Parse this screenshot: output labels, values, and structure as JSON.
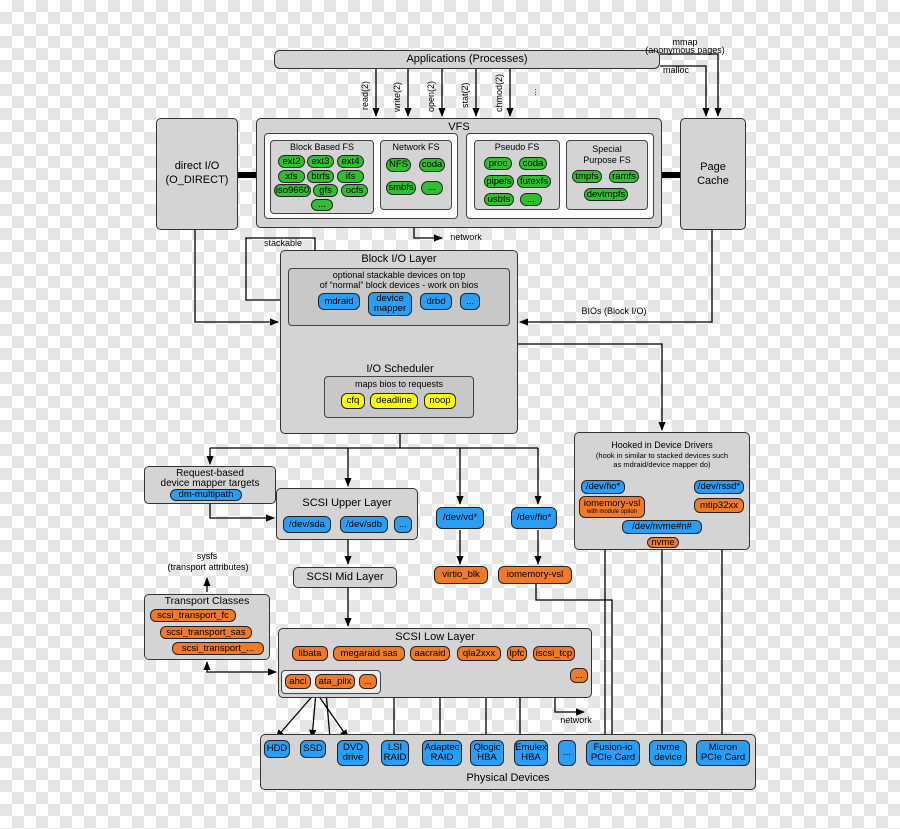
{
  "applications": "Applications (Processes)",
  "mmap": "mmap",
  "anon_pages": "(anonymous pages)",
  "malloc": "malloc",
  "syscalls": [
    "read(2)",
    "write(2)",
    "open(2)",
    "stat(2)",
    "chmod(2)",
    "..."
  ],
  "vfs": {
    "title": "VFS",
    "block_fs": {
      "title": "Block Based FS",
      "items": [
        "ext2",
        "ext3",
        "ext4",
        "xfs",
        "btrfs",
        "ifs",
        "iso9660",
        "gfs",
        "ocfs",
        "..."
      ]
    },
    "network_fs": {
      "title": "Network FS",
      "items": [
        "NFS",
        "coda",
        "smbfs",
        "..."
      ]
    },
    "pseudo_fs": {
      "title": "Pseudo FS",
      "items": [
        "proc",
        "coda",
        "pipefs",
        "futexfs",
        "usbfs",
        "..."
      ]
    },
    "special_fs": {
      "title_1": "Special",
      "title_2": "Purpose FS",
      "items": [
        "tmpfs",
        "ramfs",
        "devtmpfs"
      ]
    }
  },
  "direct_io": {
    "line1": "direct I/O",
    "line2": "(O_DIRECT)"
  },
  "page_cache": {
    "line1": "Page",
    "line2": "Cache"
  },
  "network_1": "network",
  "stackable": "stackable",
  "block_io": {
    "title": "Block I/O Layer",
    "desc_1": "optional stackable devices on top",
    "desc_2": "of “normal” block devices - work on bios",
    "items": [
      "mdraid",
      "device",
      "mapper",
      "drbd",
      "..."
    ]
  },
  "bios_label": "BIOs (Block I/O)",
  "io_scheduler": {
    "title": "I/O Scheduler",
    "desc": "maps bios to requests",
    "items": [
      "cfq",
      "deadline",
      "noop"
    ]
  },
  "hooked": {
    "title": "Hooked in Device Drivers",
    "desc_1": "(hook in similar to stacked devices such",
    "desc_2": "as mdraid/device mapper do)",
    "dev_fio": "/dev/fio*",
    "iomemory": "iomemory-vsl",
    "with_module": "with module option",
    "dev_rssd": "/dev/rssd*",
    "mtip": "mtip32xx",
    "dev_nvme": "/dev/nvme#n#",
    "nvme": "nvme"
  },
  "request_mapper": {
    "line1": "Request-based",
    "line2": "device mapper targets",
    "item": "dm-multipath"
  },
  "scsi_upper": {
    "title": "SCSI Upper Layer",
    "items": [
      "/dev/sda",
      "/dev/sdb",
      "..."
    ]
  },
  "dev_vd": "/dev/vd*",
  "virtio": "virtio_blk",
  "dev_fio2": "/dev/fio*",
  "iomemory2": "iomemory-vsl",
  "sysfs_1": "sysfs",
  "sysfs_2": "(transport attributes)",
  "scsi_mid": "SCSI Mid Layer",
  "transport": {
    "title": "Transport Classes",
    "items": [
      "scsi_transport_fc",
      "scsi_transport_sas",
      "scsi_transport_..."
    ]
  },
  "scsi_low": {
    "title": "SCSI Low Layer",
    "items": [
      "libata",
      "megaraid sas",
      "aacraid",
      "qla2xxx",
      "lpfc",
      "iscsi_tcp",
      "..."
    ],
    "sub": [
      "ahci",
      "ata_piix",
      "..."
    ]
  },
  "network_2": "network",
  "physical": {
    "title": "Physical Devices",
    "items": [
      [
        "HDD"
      ],
      [
        "SSD"
      ],
      [
        "DVD",
        "drive"
      ],
      [
        "LSI",
        "RAID"
      ],
      [
        "Adaptec",
        "RAID"
      ],
      [
        "Qlogic",
        "HBA"
      ],
      [
        "Emulex",
        "HBA"
      ],
      [
        "..."
      ],
      [
        "Fusion-io",
        "PCIe Card"
      ],
      [
        "nvme",
        "device"
      ],
      [
        "Micron",
        "PCIe Card"
      ]
    ]
  }
}
